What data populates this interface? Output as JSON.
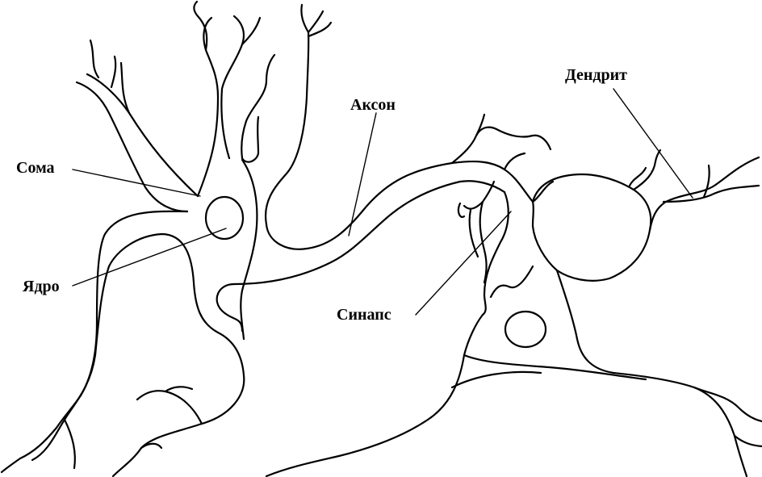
{
  "labels": {
    "soma": "Сома",
    "nucleus": "Ядро",
    "axon": "Аксон",
    "dendrite": "Дендрит",
    "synapse": "Синапс"
  },
  "colors": {
    "line": "#000000",
    "background": "#ffffff"
  }
}
